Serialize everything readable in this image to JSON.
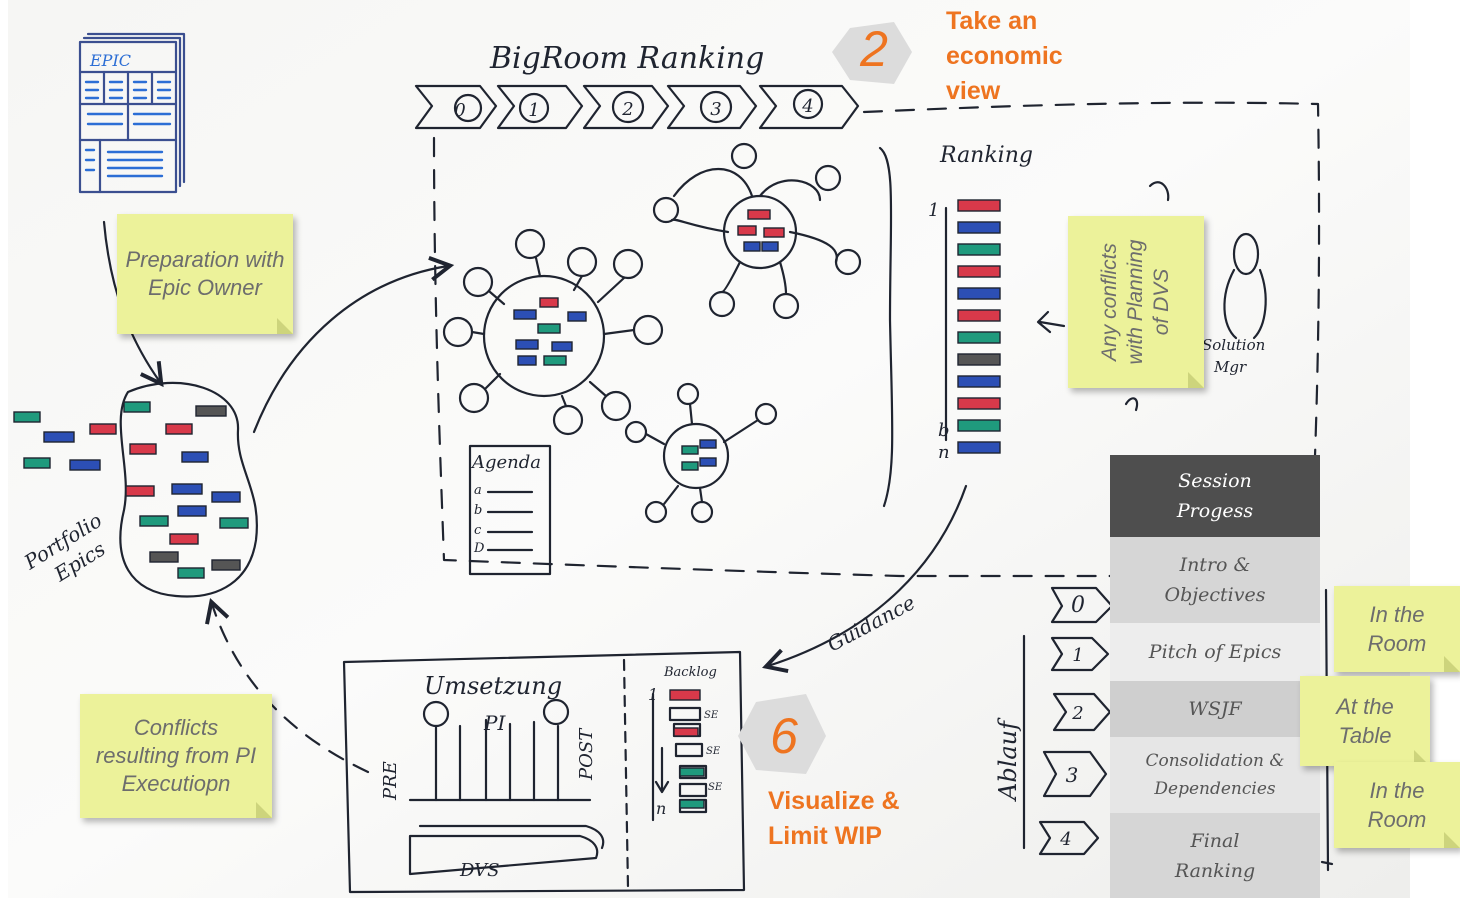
{
  "sketch": {
    "title": "BigRoom Ranking",
    "chevrons": [
      "0",
      "1",
      "2",
      "3",
      "4"
    ],
    "epic_form_label": "EPIC",
    "ranking_title": "Ranking",
    "ranking_first": "1",
    "ranking_b": "b",
    "ranking_n": "n",
    "agenda_title": "Agenda",
    "agenda_letters": [
      "a",
      "b",
      "c",
      "D"
    ],
    "portfolio_label_1": "Portfolio",
    "portfolio_label_2": "Epics",
    "solution_mgr_1": "Solution",
    "solution_mgr_2": "Mgr",
    "guidance_label": "Guidance",
    "umsetzung_title": "Umsetzung",
    "pi_label": "PI",
    "pre_label": "PRE",
    "post_label": "POST",
    "dvs_label": "DVS",
    "backlog_title": "Backlog",
    "backlog_first": "1",
    "backlog_n": "n",
    "se_tag": "SE",
    "ablauf_label": "Ablauf",
    "ablauf_steps": [
      "0",
      "1",
      "2",
      "3",
      "4"
    ]
  },
  "notes": {
    "preparation": "Preparation with Epic Owner",
    "conflicts": "Conflicts resulting from PI Executiopn",
    "any_conflicts": "Any conflicts with Planning of DVS",
    "in_room_1": "In the Room",
    "at_table": "At the Table",
    "in_room_2": "In the Room"
  },
  "badges": {
    "two_num": "2",
    "two_label": "Take an economic view",
    "six_num": "6",
    "six_label": "Visualize & Limit WIP"
  },
  "progress": {
    "header": "Session Progess",
    "rows": [
      "Intro & Objectives",
      "Pitch of Epics",
      "WSJF",
      "Consolidation & Dependencies",
      "Final Ranking"
    ]
  },
  "colors": {
    "note": "#ecf29a",
    "accent": "#ee7420",
    "ink": "#1f2430",
    "red": "#d8394a",
    "blue": "#2c4fb5",
    "green": "#1f9a7d"
  }
}
